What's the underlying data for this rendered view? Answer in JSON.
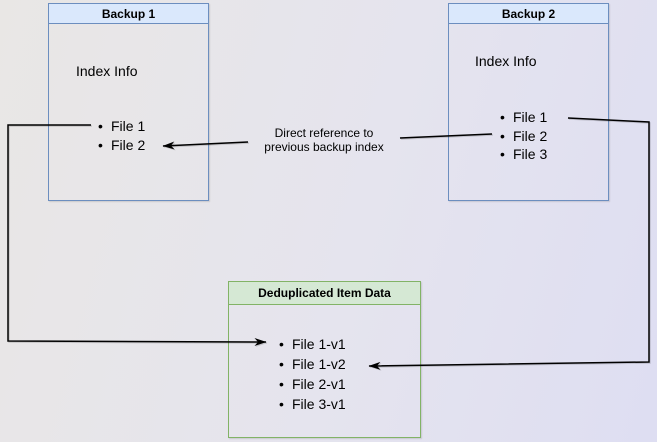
{
  "backup1": {
    "title": "Backup 1",
    "label": "Index Info",
    "items": [
      "File 1",
      "File 2"
    ]
  },
  "backup2": {
    "title": "Backup 2",
    "label": "Index Info",
    "items": [
      "File 1",
      "File 2",
      "File 3"
    ]
  },
  "dedup": {
    "title": "Deduplicated Item Data",
    "items": [
      "File 1-v1",
      "File 1-v2",
      "File 2-v1",
      "File 3-v1"
    ]
  },
  "edge_label": {
    "line1": "Direct reference to",
    "line2": "previous backup index"
  },
  "colors": {
    "blue_fill": "#dae8fc",
    "blue_border": "#6c8ebf",
    "green_fill": "#d5e8d4",
    "green_border": "#82b366",
    "arrow": "#000000",
    "background_left": "#e9e7e5",
    "background_right": "#dedef2"
  }
}
